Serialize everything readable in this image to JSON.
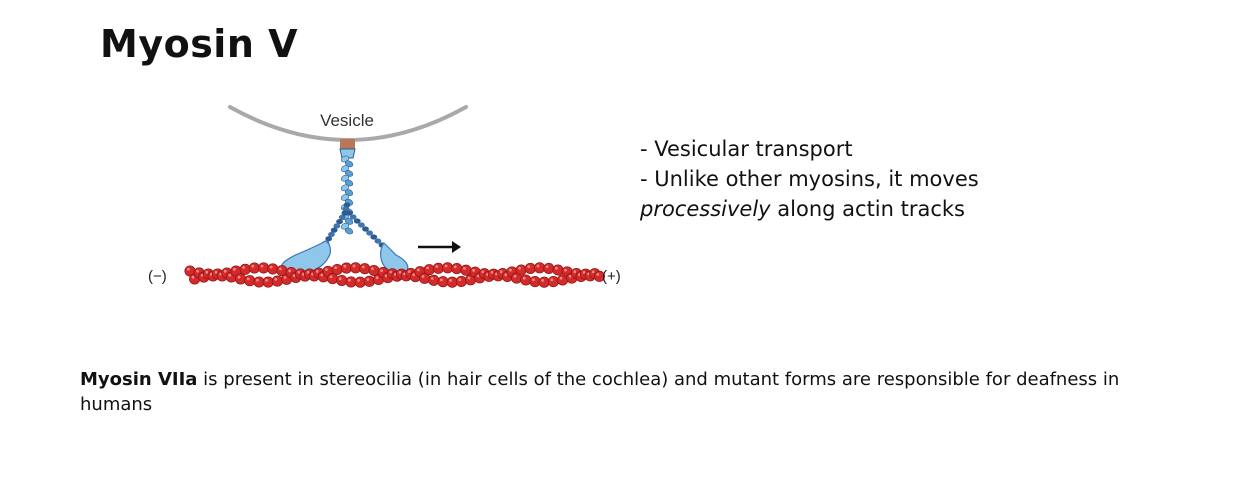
{
  "slide": {
    "title": "Myosin V"
  },
  "figure": {
    "vesicle_label": "Vesicle",
    "minus_end_label": "(−)",
    "plus_end_label": "(+)",
    "colors": {
      "membrane": "#a9a9a9",
      "cargo_adapter": "#b8775a",
      "myosin_light": "#8fc7ea",
      "myosin_dark": "#2d5c93",
      "actin": "#d42a2a",
      "actin_dark": "#8f1515",
      "arrow": "#111111"
    },
    "icons": {
      "direction_arrow": "right-arrow-icon"
    }
  },
  "bullets": {
    "line1": "- Vesicular transport",
    "line2": "- Unlike other myosins, it moves",
    "line3_italic": "processively",
    "line3_rest": " along actin tracks"
  },
  "note": {
    "bold": "Myosin VIIa",
    "rest": " is present in stereocilia (in hair cells of the cochlea) and mutant forms are responsible for deafness in humans"
  }
}
